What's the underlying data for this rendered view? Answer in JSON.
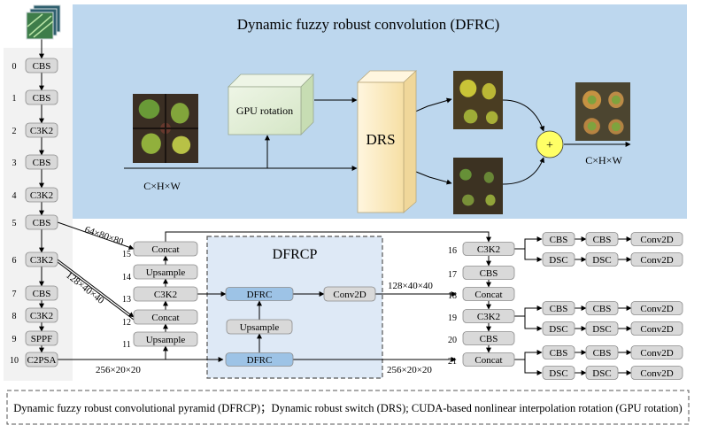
{
  "dfrc_panel": {
    "title": "Dynamic fuzzy robust convolution (DFRC)"
  },
  "dfrc_block": {
    "gpu_label": "GPU rotation",
    "drs_label": "DRS",
    "plus_label": "+",
    "input_label": "C×H×W",
    "output_label": "C×H×W"
  },
  "dfrcp_panel": {
    "title": "DFRCP"
  },
  "backbone": {
    "layers": [
      {
        "index": "0",
        "label": "CBS"
      },
      {
        "index": "1",
        "label": "CBS"
      },
      {
        "index": "2",
        "label": "C3K2"
      },
      {
        "index": "3",
        "label": "CBS"
      },
      {
        "index": "4",
        "label": "C3K2"
      },
      {
        "index": "5",
        "label": "CBS"
      },
      {
        "index": "6",
        "label": "C3K2"
      },
      {
        "index": "7",
        "label": "CBS"
      },
      {
        "index": "8",
        "label": "C3K2"
      },
      {
        "index": "9",
        "label": "SPPF"
      },
      {
        "index": "10",
        "label": "C2PSA"
      }
    ]
  },
  "neck": {
    "layers": [
      {
        "index": "11",
        "label": "Upsample"
      },
      {
        "index": "12",
        "label": "Concat"
      },
      {
        "index": "13",
        "label": "C3K2"
      },
      {
        "index": "14",
        "label": "Upsample"
      },
      {
        "index": "15",
        "label": "Concat"
      }
    ]
  },
  "dfrcp_nodes": {
    "dfrc_top": "DFRC",
    "dfrc_bottom": "DFRC",
    "upsample": "Upsample",
    "conv2d": "Conv2D"
  },
  "right_column": {
    "layers": [
      {
        "index": "16",
        "label": "C3K2"
      },
      {
        "index": "17",
        "label": "CBS"
      },
      {
        "index": "18",
        "label": "Concat"
      },
      {
        "index": "19",
        "label": "C3K2"
      },
      {
        "index": "20",
        "label": "CBS"
      },
      {
        "index": "21",
        "label": "Concat"
      }
    ]
  },
  "heads": [
    {
      "row1": [
        "CBS",
        "CBS",
        "Conv2D"
      ],
      "row2": [
        "DSC",
        "DSC",
        "Conv2D"
      ]
    },
    {
      "row1": [
        "CBS",
        "CBS",
        "Conv2D"
      ],
      "row2": [
        "DSC",
        "DSC",
        "Conv2D"
      ]
    },
    {
      "row1": [
        "CBS",
        "CBS",
        "Conv2D"
      ],
      "row2": [
        "DSC",
        "DSC",
        "Conv2D"
      ]
    }
  ],
  "dimensions": {
    "d_64": "64×80×80",
    "d_128_left": "128×40×40",
    "d_128_right": "128×40×40",
    "d_256_left": "256×20×20",
    "d_256_right": "256×20×20"
  },
  "legend": {
    "text": "Dynamic fuzzy robust convolutional pyramid (DFRCP)；Dynamic robust switch (DRS);  CUDA-based nonlinear interpolation rotation (GPU rotation)"
  },
  "colors": {
    "node_fill": "#d9d9d9",
    "dfrc_node_fill": "#9dc3e6",
    "dfrc_panel": "#bdd7ee",
    "dfrcp_panel": "#dee9f6",
    "gpu_box": "#e2efd9",
    "drs_box": "#fdf0cf",
    "plus_circle": "#ffff66"
  }
}
